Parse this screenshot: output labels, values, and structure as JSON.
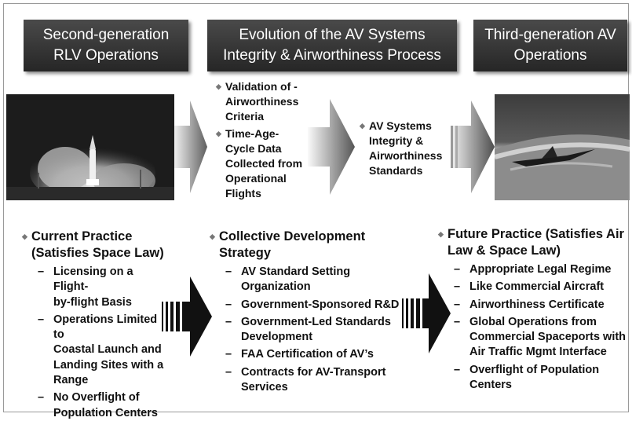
{
  "headers": {
    "left": [
      "Second-generation",
      "RLV Operations"
    ],
    "center": [
      "Evolution of the AV Systems",
      "Integrity & Airworthiness Process"
    ],
    "right": [
      "Third-generation AV",
      "Operations"
    ]
  },
  "middle_left": [
    {
      "lines": [
        "Validation of -",
        "Airworthiness",
        "Criteria"
      ]
    },
    {
      "lines": [
        "Time-Age-",
        "Cycle Data",
        "Collected from",
        "Operational",
        "Flights"
      ]
    }
  ],
  "middle_right": {
    "lines": [
      "AV Systems",
      "Integrity &",
      "Airworthiness",
      "Standards"
    ]
  },
  "bottom_left": {
    "heading": [
      "Current Practice",
      "(Satisfies Space Law)"
    ],
    "items": [
      [
        "Licensing on a Flight-",
        "by-flight Basis"
      ],
      [
        "Operations Limited to",
        "Coastal Launch and",
        "Landing Sites with a",
        "Range"
      ],
      [
        "No Overflight of",
        "Population Centers"
      ]
    ]
  },
  "bottom_center": {
    "heading": [
      "Collective Development",
      "Strategy"
    ],
    "items": [
      [
        "AV Standard Setting",
        "Organization"
      ],
      [
        "Government-Sponsored R&D"
      ],
      [
        "Government-Led Standards",
        "Development"
      ],
      [
        "FAA Certification of AV’s"
      ],
      [
        "Contracts for AV-Transport",
        "Services"
      ]
    ]
  },
  "bottom_right": {
    "heading": [
      "Future Practice (Satisfies Air",
      "Law & Space Law)"
    ],
    "items": [
      [
        "Appropriate Legal Regime"
      ],
      [
        "Like Commercial Aircraft"
      ],
      [
        "Airworthiness Certificate"
      ],
      [
        "Global Operations from",
        "Commercial Spaceports with",
        "Air Traffic Mgmt Interface"
      ],
      [
        "Overflight of Population",
        "Centers"
      ]
    ]
  },
  "glyphs": {
    "bullet": "◆",
    "dash": "–"
  }
}
